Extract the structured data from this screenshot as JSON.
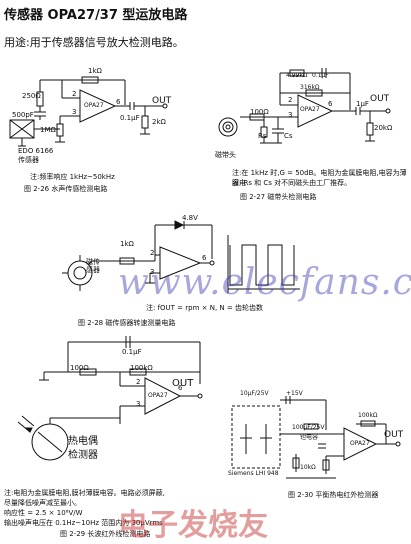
{
  "title": "传感器 OPA27/37 型运放电路",
  "usage": "用途:用于传感器信号放大检测电路。",
  "fig26": {
    "labels": [
      "250Ω",
      "500pF",
      "1kΩ",
      "2",
      "3",
      "OPA27",
      "6",
      "1MΩ",
      "0.1μF",
      "2kΩ",
      "OUT",
      "EDO 6166",
      "传感器"
    ],
    "note": "注:频率响应 1kHz~50kHz",
    "caption": "图 2-26   水声传感检测电路"
  },
  "fig27": {
    "labels": [
      "4.99kΩ",
      "0.1μF",
      "316kΩ",
      "100Ω",
      "2",
      "3",
      "OPA27",
      "6",
      "1μF",
      "OUT",
      "20kΩ",
      "Rs",
      "Cs",
      "磁带头"
    ],
    "note": [
      "注:在 1kHz 时,G = 50dB。电阻为金属膜电阻,电容为薄膜电",
      "容, Rs 和 Cs 对不同磁头由工厂推荐。"
    ],
    "caption": "图 2-27   磁带头检测电路"
  },
  "fig28": {
    "labels": [
      "4.8V",
      "1kΩ",
      "2",
      "3",
      "6",
      "磁传感器"
    ],
    "note": "注: fOUT = rpm × N, N = 齿轮齿数",
    "caption": "图 2-28   磁传感器转速测量电路"
  },
  "fig29": {
    "labels": [
      "0.1μF",
      "100Ω",
      "100kΩ",
      "2",
      "3",
      "OPA27",
      "6",
      "OUT",
      "热电偶",
      "检测器"
    ],
    "note": [
      "注:电阻为金属膜电阻,膜衬薄膜电容。电路必须屏蔽,",
      "尽量降低噪声减至最小。",
      "响应性 = 2.5 × 10⁶V/W",
      "输出噪声电压在 0.1Hz~10Hz 范围内为 30μVrms"
    ],
    "caption": "图 2-29   长波红外线检测电路"
  },
  "fig30": {
    "labels": [
      "10μF/25V",
      "+15V",
      "100μF/25V",
      "钽电容",
      "OPA27",
      "OUT",
      "10kΩ",
      "100kΩ",
      "Siemens LHI 948"
    ],
    "caption": "图 2-30   平衡热电红外检测器"
  },
  "watermark": "www.elecfans.com",
  "watermark2": "电子发烧友"
}
